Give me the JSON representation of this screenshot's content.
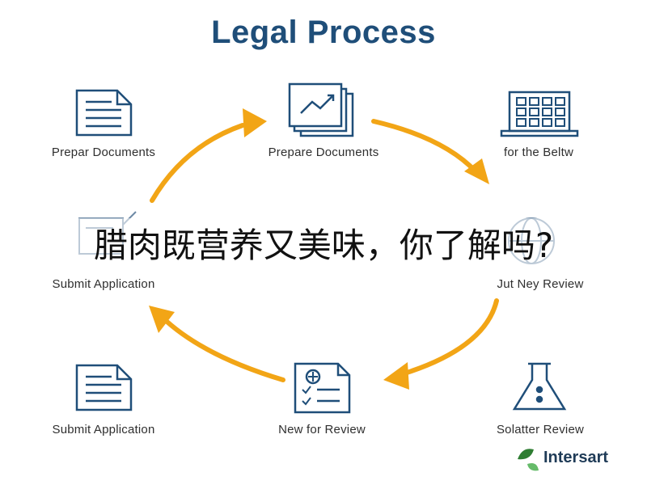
{
  "title": "Legal Process",
  "overlay_text": "腊肉既营养又美味，你了解吗?",
  "brand": "Intersart",
  "colors": {
    "arrow": "#f2a516",
    "icon": "#1f4e79",
    "title": "#1f4e79",
    "brand_leaf_dark": "#2e7d32",
    "brand_leaf_light": "#66bb6a"
  },
  "nodes": [
    {
      "label": "Prepar Documents",
      "icon": "document-icon"
    },
    {
      "label": "Prepare Documents",
      "icon": "chart-document-icon"
    },
    {
      "label": "for the Beltw",
      "icon": "laptop-grid-icon"
    },
    {
      "label": "Submit Application",
      "icon": "form-edit-icon"
    },
    {
      "label": "Jut Ney Review",
      "icon": "globe-icon"
    },
    {
      "label": "Submit Application",
      "icon": "document-icon"
    },
    {
      "label": "New for Review",
      "icon": "checklist-icon"
    },
    {
      "label": "Solatter Review",
      "icon": "flask-icon"
    }
  ]
}
